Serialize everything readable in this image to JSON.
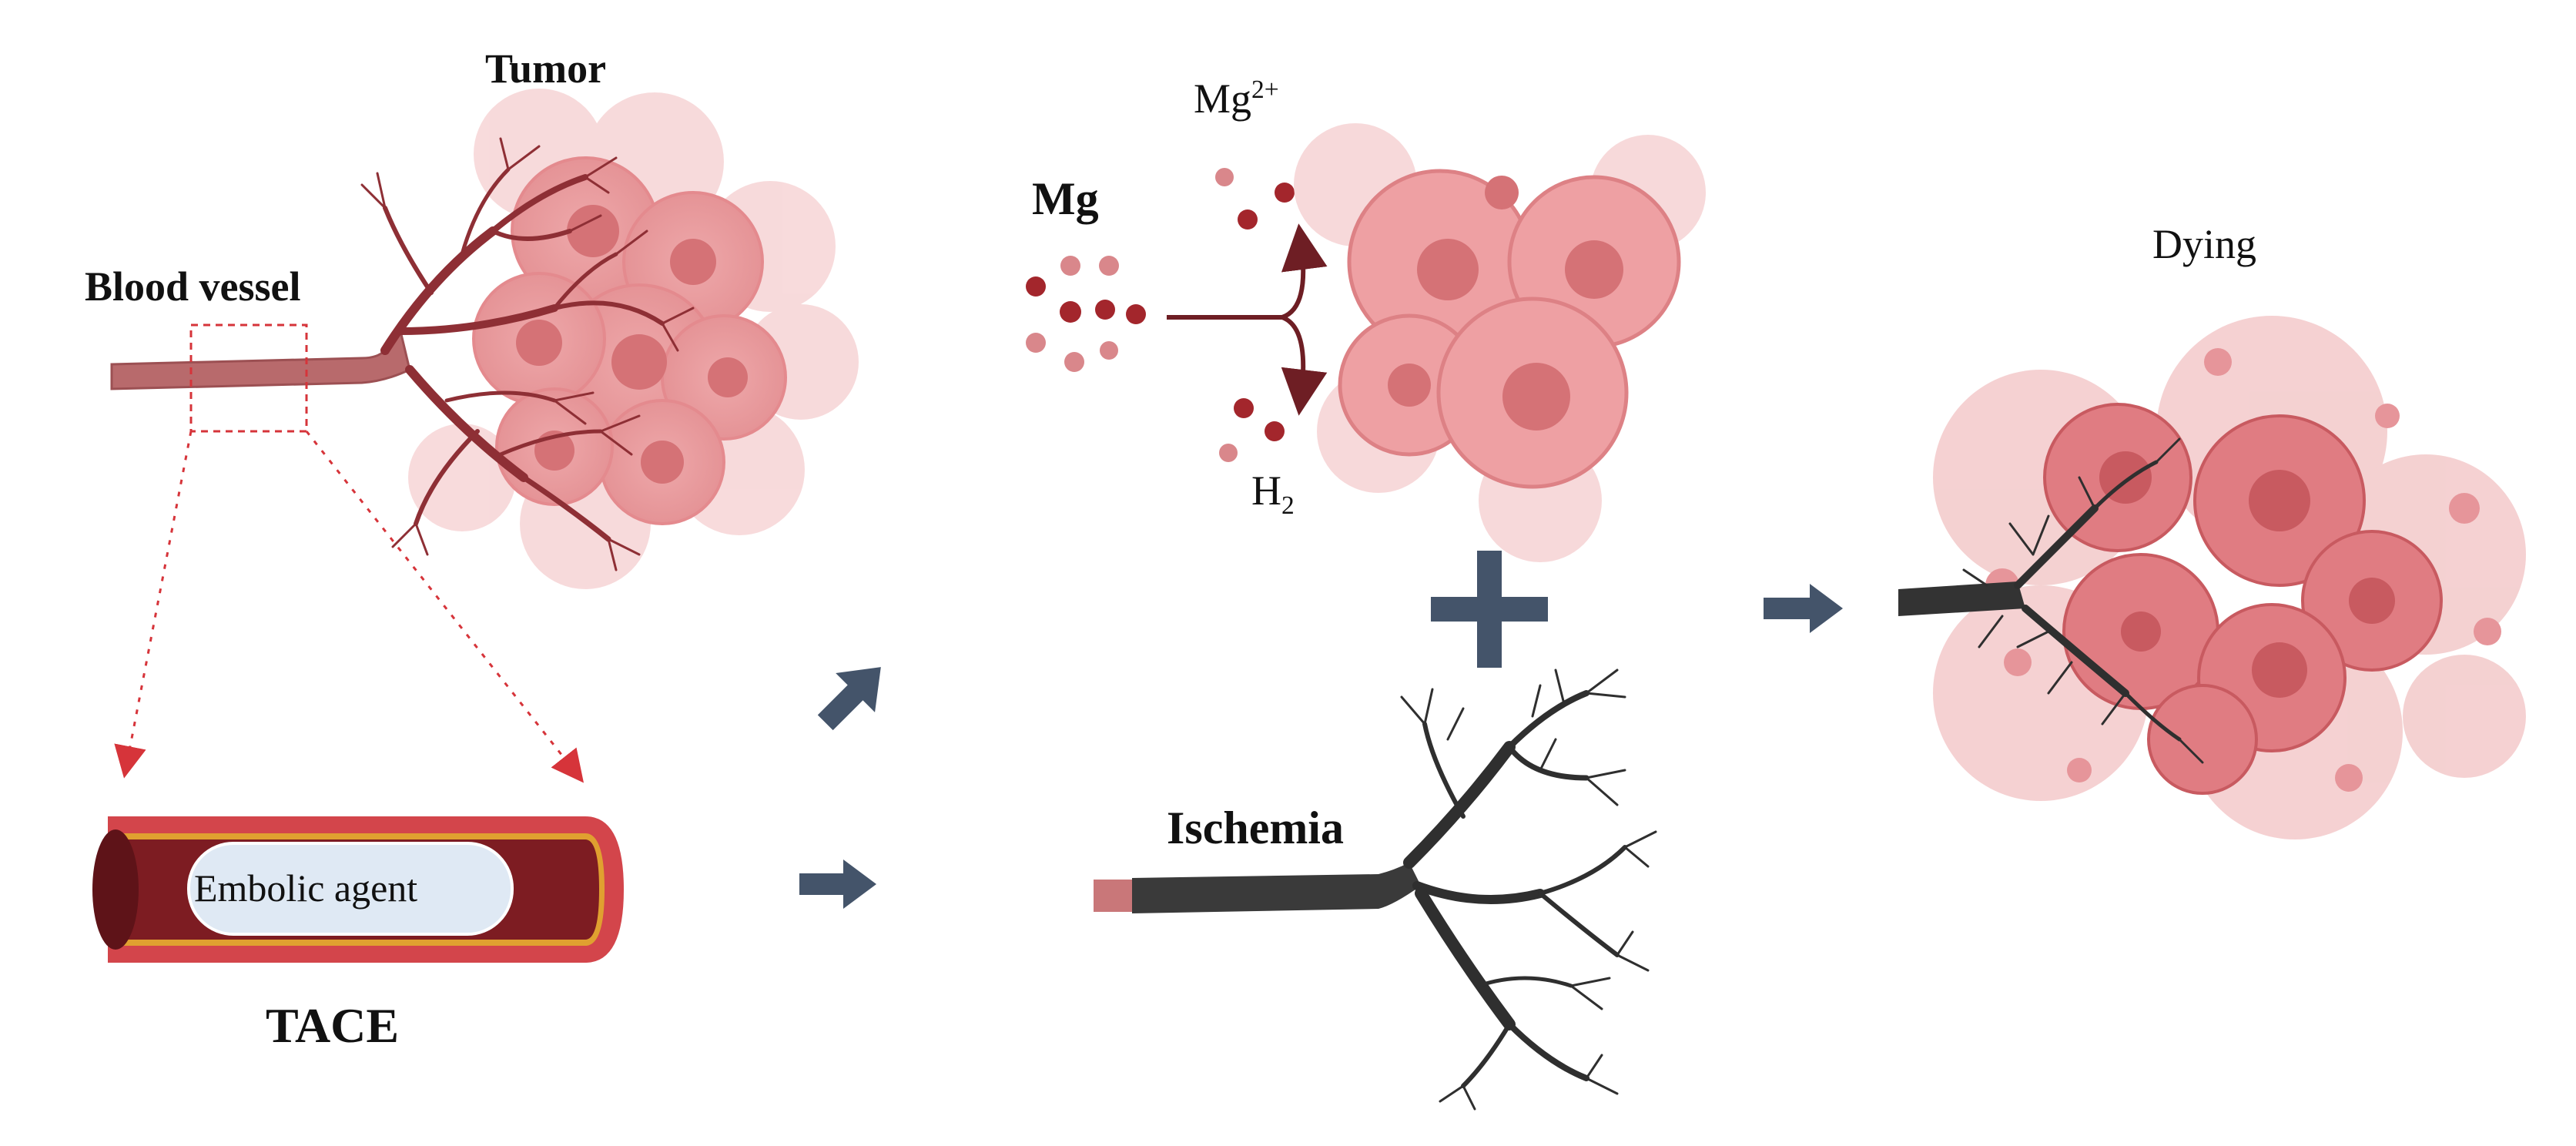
{
  "labels": {
    "tumor": "Tumor",
    "blood_vessel": "Blood vessel",
    "embolic_agent": "Embolic agent",
    "tace": "TACE",
    "mg": "Mg",
    "mg_ion_base": "Mg",
    "mg_ion_sup": "2+",
    "h2_base": "H",
    "h2_sub": "2",
    "ischemia": "Ischemia",
    "dying": "Dying"
  },
  "colors": {
    "vessel": "#b86a6c",
    "vessel_dark": "#8e2f35",
    "tumor_cell": "#e9a0a2",
    "tumor_cell_light": "#f4c9ca",
    "nucleus": "#cf6f73",
    "mg_particle": "#a3262c",
    "mg_particle_light": "#d9878b",
    "arrow_blue": "#44546a",
    "ischemic_vessel": "#3a3a3a",
    "guide_dash": "#d6343a",
    "embolic_fill": "#dfe9f4",
    "tube_red": "#d3454b",
    "tube_inner": "#7d1c22",
    "tube_stripe": "#e0a030"
  },
  "icons": [
    "tumor-cluster-icon",
    "blood-vessel-icon",
    "mg-particles-icon",
    "plus-icon",
    "arrow-icon",
    "ischemic-vessel-icon",
    "dying-tumor-icon"
  ]
}
